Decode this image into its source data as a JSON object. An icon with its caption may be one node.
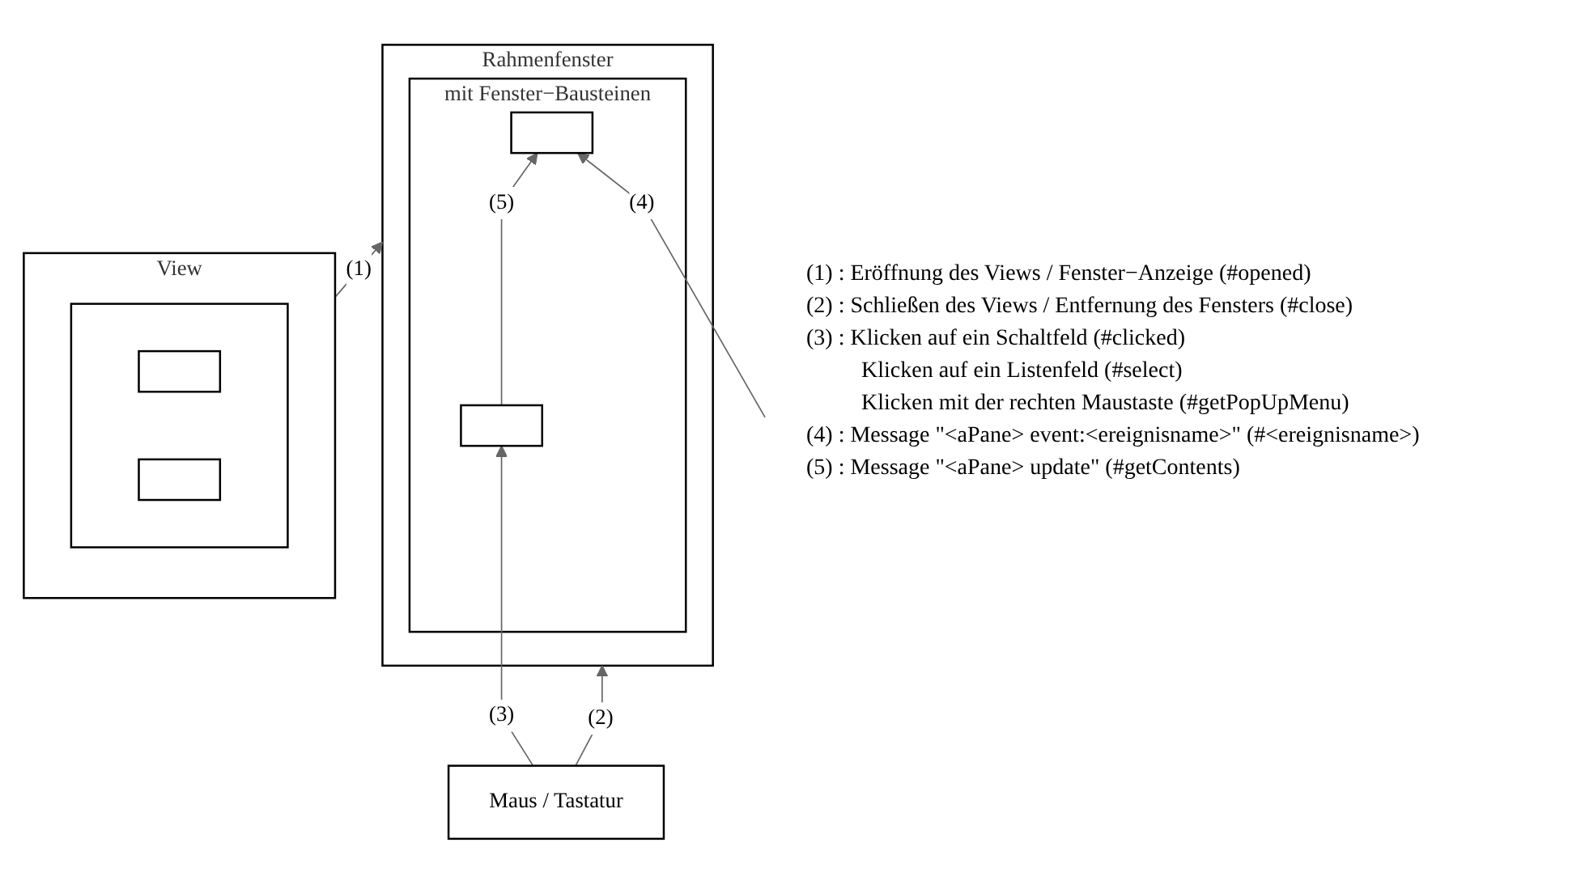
{
  "diagram": {
    "nodes": [
      {
        "text": [
          "Rahmenfenster"
        ]
      },
      {
        "text": [
          "mit Fenster−Bausteinen"
        ],
        "in": 0
      },
      {
        "text": [],
        "shape": "box",
        "in": 1
      },
      {
        "text": [],
        "shape": "box",
        "in": 1
      },
      {
        "text": [
          "Maus / Tastatur"
        ]
      },
      {
        "text": [
          "View"
        ]
      },
      {
        "text": [],
        "shape": "box",
        "in": 5
      },
      {
        "text": [],
        "shape": "box",
        "in": 6
      },
      {
        "text": [],
        "shape": "box",
        "in": 6
      }
    ],
    "edges": [
      {
        "from": 4,
        "to": 0,
        "arrow": "to",
        "label": "(2)"
      },
      {
        "from": 4,
        "to": 3,
        "arrow": "to",
        "label": "(3)"
      },
      {
        "from": 3,
        "to": 2,
        "arrow": "to",
        "label": "(5)"
      },
      {
        "from": null,
        "to": 2,
        "arrow": "to",
        "label": "(4)"
      },
      {
        "from": 5,
        "to": 0,
        "arrow": "to",
        "label": "(1)"
      }
    ],
    "labels": [
      "(1) : Eröffnung des Views / Fenster−Anzeige (#opened)",
      "(2) : Schließen des Views / Entfernung des Fensters (#close)",
      "(3) : Klicken auf ein Schaltfeld (#clicked)",
      "Klicken auf ein Listenfeld (#select)",
      "Klicken mit der rechten Maustaste (#getPopUpMenu)",
      "(4) : Message \"<aPane> event:<ereignisname>\" (#<ereignisname>)",
      "(5) : Message \"<aPane> update\" (#getContents)"
    ]
  }
}
